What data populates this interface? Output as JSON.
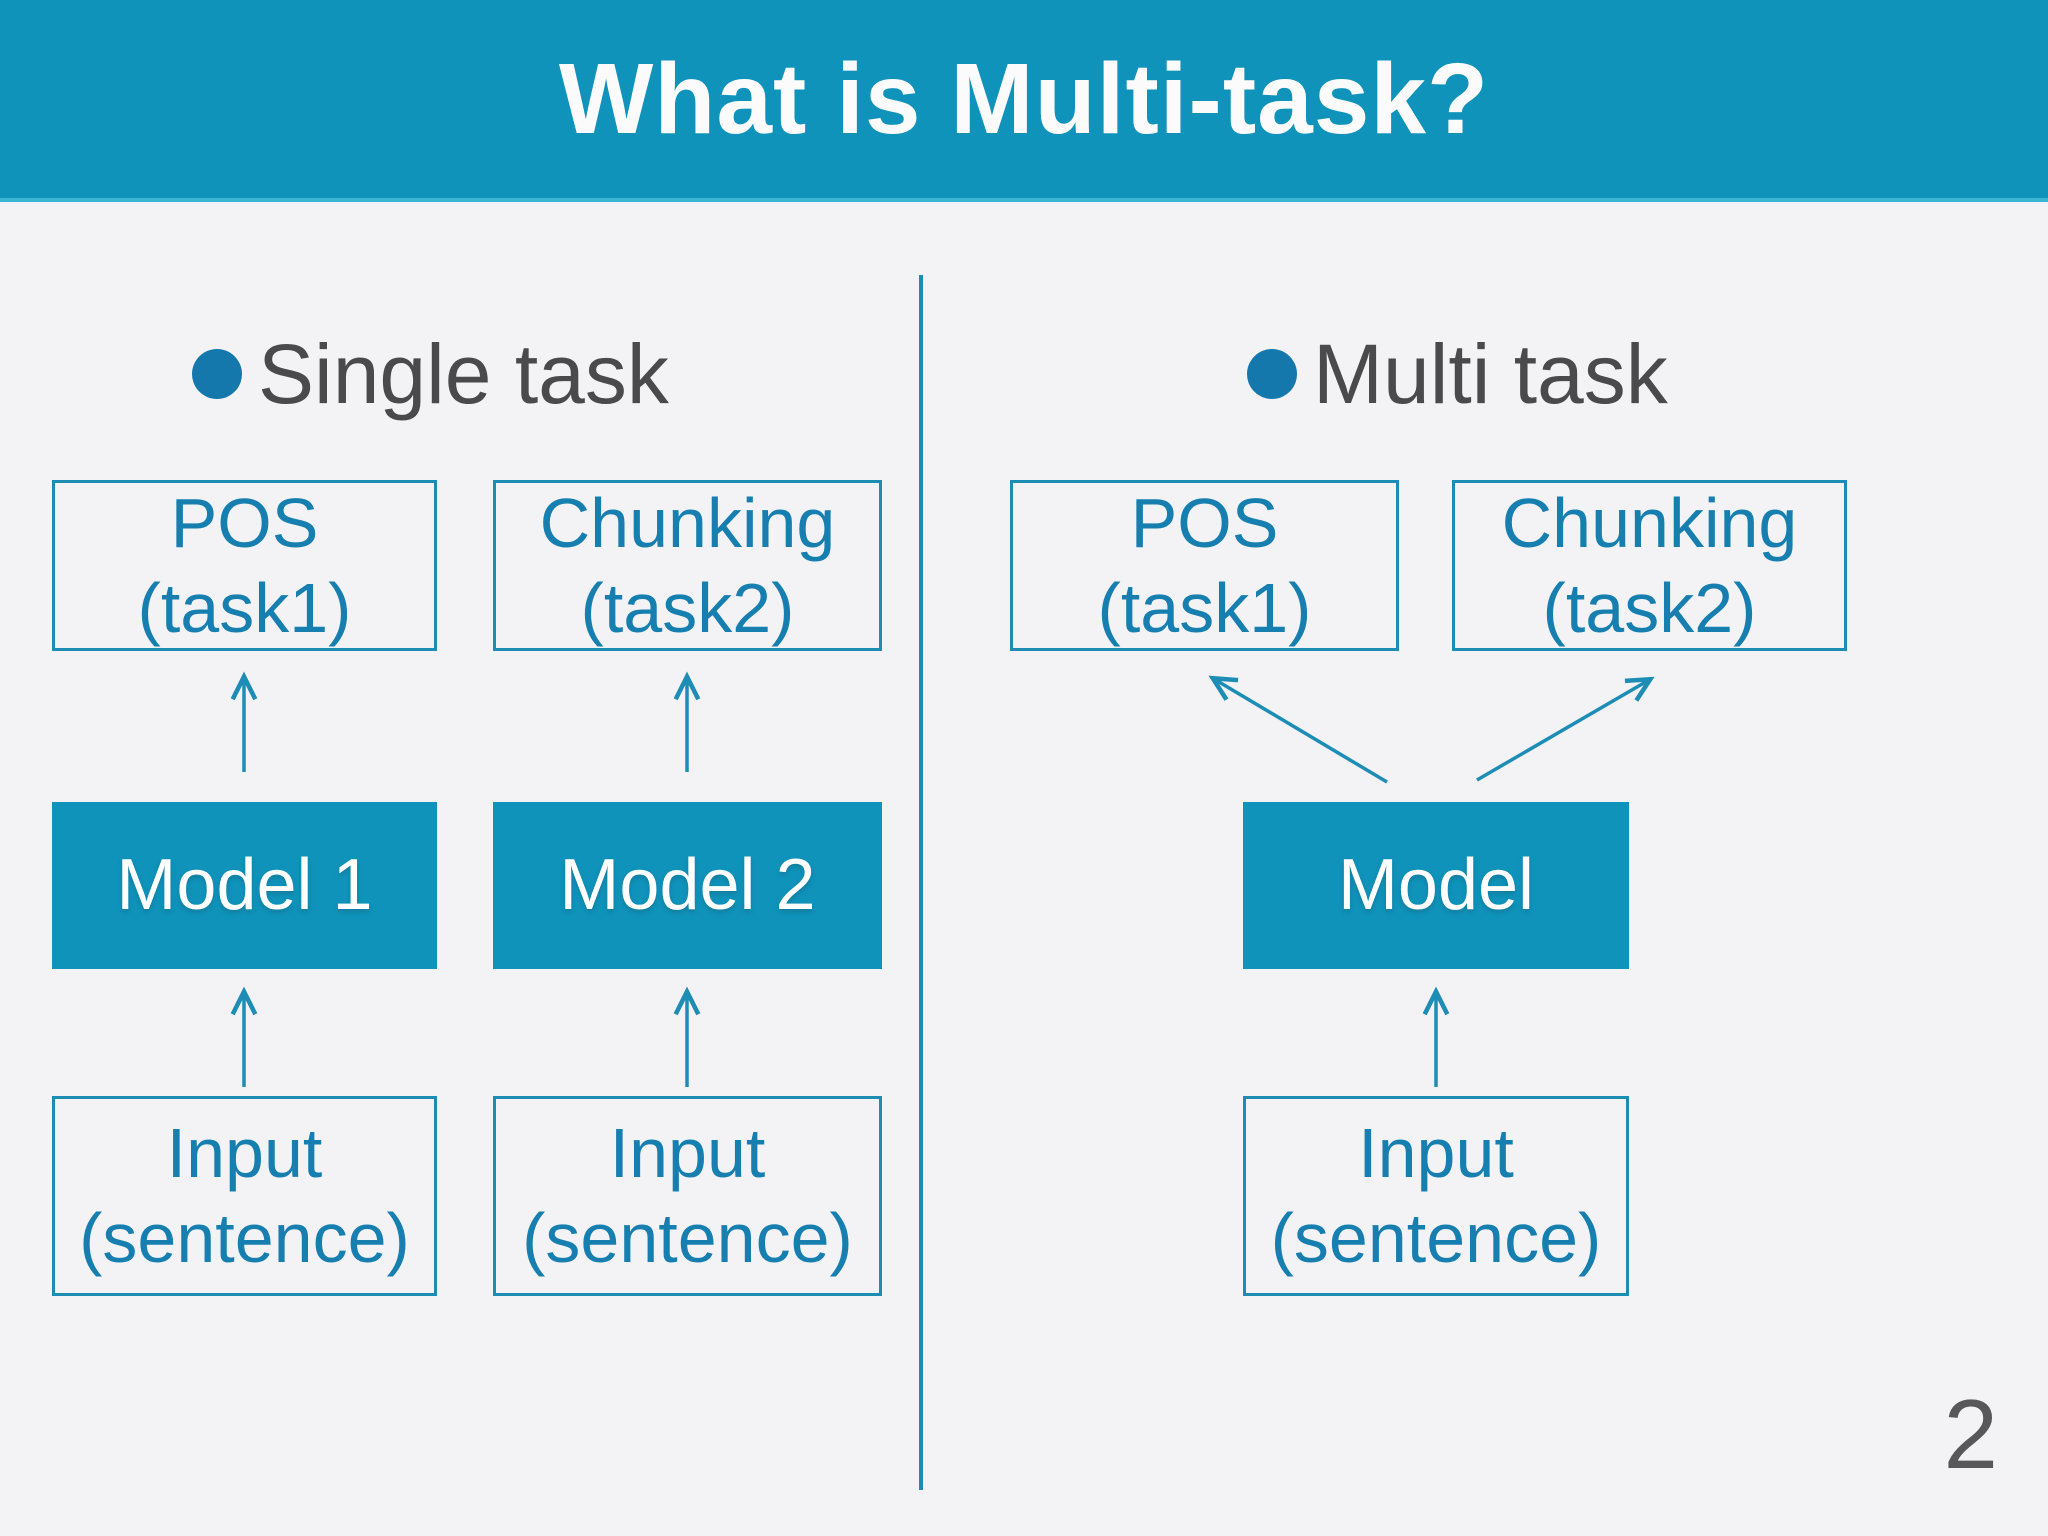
{
  "slide": {
    "title": "What is Multi-task?",
    "page_number": "2"
  },
  "colors": {
    "accent": "#0f93bb",
    "accent_light": "#3ab5d3",
    "border": "#1e8db6",
    "box_text": "#177fb0",
    "heading": "#4a4a4c",
    "background": "#f3f3f5",
    "page_num": "#58585a"
  },
  "left": {
    "heading": "Single task",
    "task1_line1": "POS",
    "task1_line2": "(task1)",
    "task2_line1": "Chunking",
    "task2_line2": "(task2)",
    "model1": "Model 1",
    "model2": "Model 2",
    "input1_line1": "Input",
    "input1_line2": "(sentence)",
    "input2_line1": "Input",
    "input2_line2": "(sentence)"
  },
  "right": {
    "heading": "Multi task",
    "task1_line1": "POS",
    "task1_line2": "(task1)",
    "task2_line1": "Chunking",
    "task2_line2": "(task2)",
    "model": "Model",
    "input_line1": "Input",
    "input_line2": "(sentence)"
  }
}
